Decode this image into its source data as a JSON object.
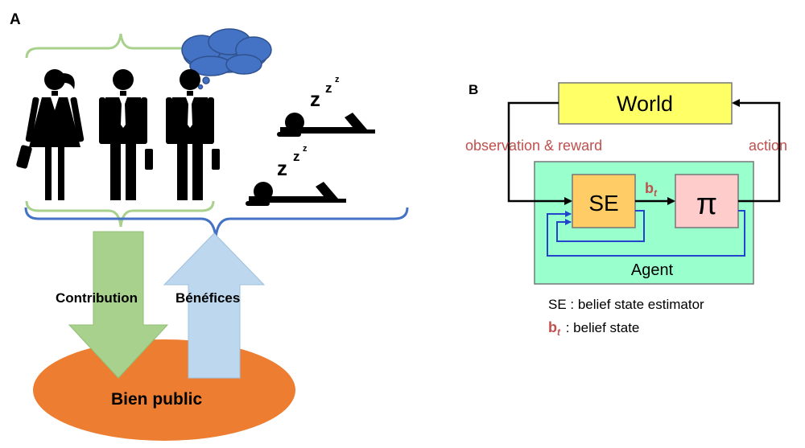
{
  "panel_a": {
    "label": "A",
    "contribution_label": "Contribution",
    "benefits_label": "Bénéfices",
    "public_good_label": "Bien public",
    "sleep_zzz": "z",
    "colors": {
      "green_brace": "#a9d18e",
      "blue_brace": "#4472c4",
      "contribution_arrow": "#a9d18e",
      "benefits_arrow": "#bdd7ee",
      "public_good": "#ed7d31",
      "thought_cloud": "#4472c4"
    }
  },
  "panel_b": {
    "label": "B",
    "world_label": "World",
    "observation_label": "observation & reward",
    "action_label": "action",
    "se_label": "SE",
    "belief_symbol": "b",
    "belief_subscript": "t",
    "policy_label": "π",
    "agent_label": "Agent",
    "legend_se": "SE : belief state estimator",
    "legend_belief": " : belief state",
    "colors": {
      "world_box": "#ffff66",
      "agent_box": "#99ffcc",
      "se_box": "#ffcc66",
      "pi_box": "#ffcccc",
      "label_text": "#c0504d",
      "feedback": "#2244cc"
    }
  }
}
